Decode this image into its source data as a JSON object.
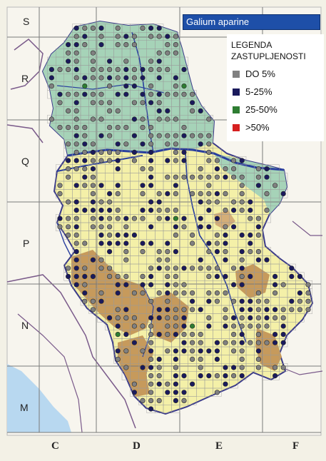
{
  "map": {
    "species_name": "Galium aparine",
    "row_labels": [
      "S",
      "R",
      "Q",
      "P",
      "N",
      "M"
    ],
    "column_labels": [
      "C",
      "D",
      "E",
      "F"
    ],
    "legend": {
      "title_line1": "LEGENDA",
      "title_line2": "ZASTUPLJENOSTI",
      "items": [
        {
          "label": "DO 5%",
          "color": "#808080",
          "icon": "gray-square"
        },
        {
          "label": "5-25%",
          "color": "#1a1a5c",
          "icon": "navy-square"
        },
        {
          "label": "25-50%",
          "color": "#2e7d32",
          "icon": "green-square"
        },
        {
          "label": ">50%",
          "color": "#d62020",
          "icon": "red-square"
        }
      ]
    },
    "colors": {
      "lowland": "#f4f0a8",
      "northern_plain": "#a6d3b8",
      "highland": "#c69a5c",
      "sea": "#b8d8f0",
      "border": "#6a4a7a",
      "river": "#2a3f9e",
      "grid": "#9a9a9a"
    }
  }
}
